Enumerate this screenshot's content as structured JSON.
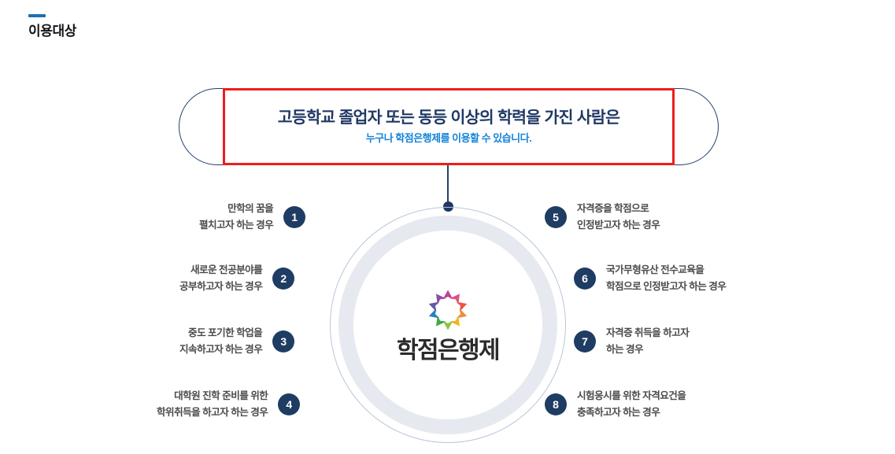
{
  "header": {
    "dash_color": "#1f6fb2",
    "title": "이용대상"
  },
  "callout": {
    "headline": "고등학교 졸업자 또는 동등 이상의 학력을 가진 사람은",
    "subline": "누구나 학점은행제를 이용할 수 있습니다.",
    "headline_color": "#1f3864",
    "subline_color": "#1383d8",
    "border_color": "#ef1c1c",
    "capsule_color": "#22406e"
  },
  "center": {
    "logo_name": "credit-bank-flower-logo",
    "wordmark": "학점은행제",
    "logo_petal_colors": [
      "#c0448f",
      "#e0507e",
      "#e8554b",
      "#ef8f3c",
      "#f4b223",
      "#8dc63f",
      "#3fa845",
      "#2a7fc1",
      "#5b5ba8",
      "#8e4e9e"
    ]
  },
  "items_left": [
    {
      "number": "1",
      "line1": "만학의 꿈을",
      "line2": "펼치고자 하는 경우"
    },
    {
      "number": "2",
      "line1": "새로운 전공분야를",
      "line2": "공부하고자 하는 경우"
    },
    {
      "number": "3",
      "line1": "중도 포기한 학업을",
      "line2": "지속하고자 하는 경우"
    },
    {
      "number": "4",
      "line1": "대학원 진학 준비를 위한",
      "line2": "학위취득을 하고자 하는 경우"
    }
  ],
  "items_right": [
    {
      "number": "5",
      "line1": "자격증을 학점으로",
      "line2": "인정받고자 하는 경우"
    },
    {
      "number": "6",
      "line1": "국가무형유산 전수교육을",
      "line2": "학점으로 인정받고자 하는 경우"
    },
    {
      "number": "7",
      "line1": "자격증 취득을 하고자",
      "line2": "하는 경우"
    },
    {
      "number": "8",
      "line1": "시험응시를 위한 자격요건을",
      "line2": "충족하고자 하는 경우"
    }
  ],
  "badge_color": "#1f3c63",
  "item_text_color": "#4b4b4b"
}
